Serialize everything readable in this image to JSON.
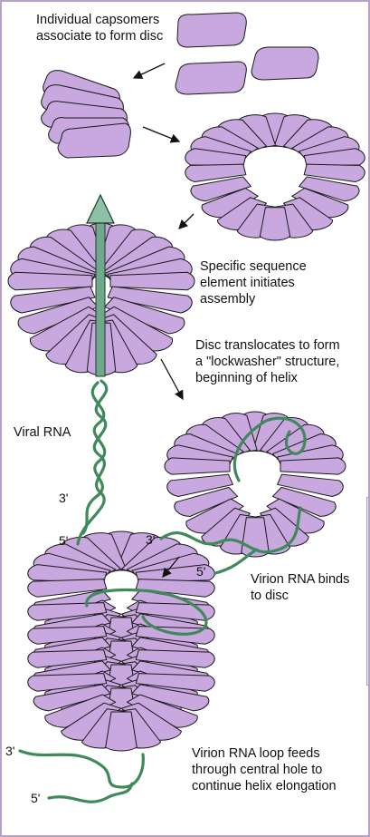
{
  "labels": {
    "step1": [
      "Individual capsomers",
      "associate to form disc"
    ],
    "step2": [
      "Specific sequence",
      "element initiates",
      "assembly"
    ],
    "step3": [
      "Disc translocates to form",
      "a \"lockwasher\" structure,",
      "beginning of helix"
    ],
    "rna": "Viral RNA",
    "step4": [
      "Virion RNA binds",
      "to disc"
    ],
    "step5": [
      "Virion RNA loop feeds",
      "through central hole to",
      "continue helix elongation"
    ]
  },
  "ends": {
    "three_prime": "3'",
    "five_prime": "5'"
  },
  "colors": {
    "capsomer": "#c8a8df",
    "capsomer_edge": "#1a1a1a",
    "rna": "#3e8a5a",
    "arrow": "#6fa88a",
    "frame": "#b6a0cc"
  }
}
